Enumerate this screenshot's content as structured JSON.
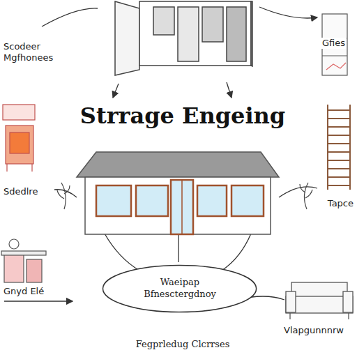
{
  "diagram": {
    "title": "Strrage Engeing",
    "caption": "Fegprledug Clcrrses",
    "nodes": [
      {
        "text": [
          "Waeipap Bfnesctergdnoy"
        ]
      }
    ],
    "edges": [],
    "labels": [
      "Scodeer Mgfhonees",
      "Gfies",
      "Sdedlre",
      "Tapce",
      "Gnyd Elé",
      "Vlapgunnnrw"
    ]
  }
}
